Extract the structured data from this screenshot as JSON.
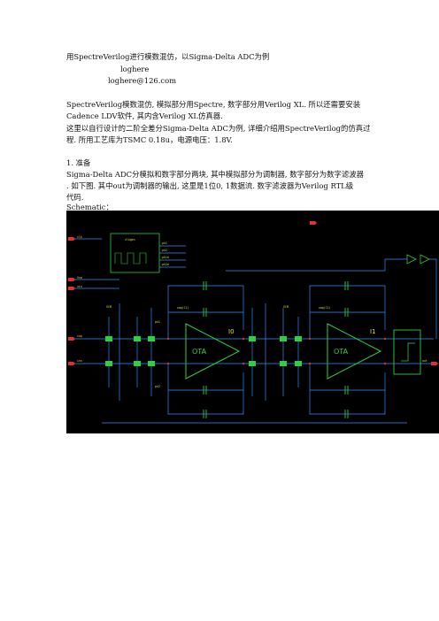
{
  "doc": {
    "title": "用SpectreVerilog进行模数混仿，以Sigma-Delta ADC为例",
    "author": "loghere",
    "email": "loghere@126.com",
    "para1_line1": "SpectreVerilog模数混仿, 模拟部分用Spectre, 数字部分用Verilog XL. 所以还需要安装",
    "para1_line2": "Cadence LDV软件, 其内含Verilog XL仿真器.",
    "para2_line1": "这里以自行设计的二阶全差分Sigma-Delta ADC为例, 详细介绍用SpectreVerilog的仿真过",
    "para2_line2": "程. 所用工艺库为TSMC 0.18u，电源电压：1.8V.",
    "section1": "1. 准备",
    "para3_line1": "Sigma-Delta ADC分模拟和数字部分两块, 其中模拟部分为调制器, 数字部分为数字滤波器",
    "para3_line2": ". 如下图. 其中out为调制器的输出, 这里是1位0, 1数据流. 数字滤波器为Verilog RTL级",
    "para3_line3": "代码.",
    "schematic_caption": "Schematic："
  },
  "schematic": {
    "colors": {
      "background": "#000000",
      "wire": "#2f8fff",
      "pin": "#e03030",
      "block": "#2fcf3f",
      "text": "#e8e020"
    },
    "labels": {
      "clk_pin": "clk",
      "vcm_pin": "Vcm",
      "vin_pin": "vin",
      "inp_pin": "inp",
      "inn_pin": "inn",
      "out_pin": "out",
      "ota1_name": "OTA",
      "ota2_name": "OTA",
      "ota1_ref": "I0",
      "ota2_ref": "I1",
      "clkgen_name": "clkgen",
      "ph1": "ph1",
      "ph2": "ph2",
      "ph1d": "ph1d",
      "ph2d": "ph2d",
      "vcm": "VCM",
      "cap1": "cap(C1)",
      "cap2": "cap(C2)"
    }
  }
}
